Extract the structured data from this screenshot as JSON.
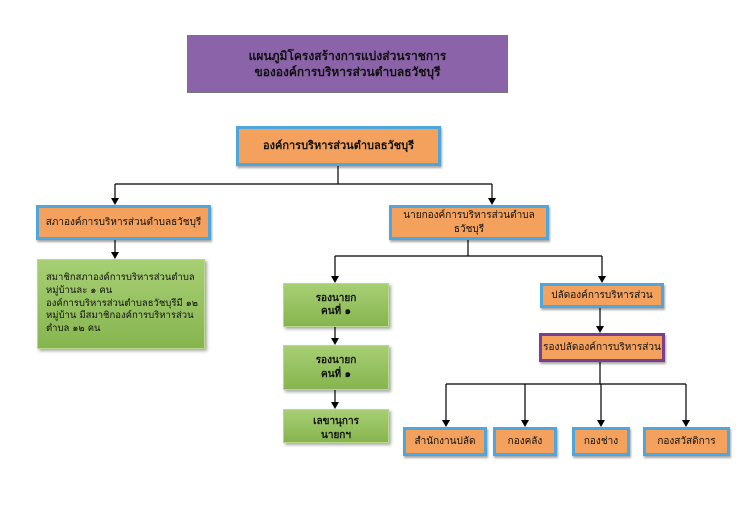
{
  "title": {
    "line1": "แผนภูมิโครงสร้างการแบ่งส่วนราชการ",
    "line2": "ขององค์การบริหารส่วนตำบลธวัชบุรี"
  },
  "top": {
    "label": "องค์การบริหารส่วนตำบลธวัชบุรี"
  },
  "council": {
    "label": "สภาองค์การบริหารส่วนตำบลธวัชบุรี",
    "desc": [
      "สมาชิกสภาองค์การบริหารส่วนตำบล",
      "หมู่บ้านละ ๑ คน",
      "องค์การบริหารส่วนตำบลธวัชบุรีมี ๑๒",
      "หมู่บ้าน มีสมาชิกองค์การบริหารส่วน",
      "ตำบล ๑๒ คน"
    ]
  },
  "mayor": {
    "label": "นายกองค์การบริหารส่วนตำบลธวัชบุรี"
  },
  "deputy1": {
    "line1": "รองนายก",
    "line2": "คนที่ ๑"
  },
  "deputy2": {
    "line1": "รองนายก",
    "line2": "คนที่ ๑"
  },
  "secretary": {
    "line1": "เลขานุการ",
    "line2": "นายกฯ"
  },
  "clerk": {
    "label": "ปลัดองค์การบริหารส่วน"
  },
  "deputy_clerk": {
    "label": "รองปลัดองค์การบริหารส่วน"
  },
  "divisions": [
    {
      "label": "สำนักงานปลัด"
    },
    {
      "label": "กองคลัง"
    },
    {
      "label": "กองช่าง"
    },
    {
      "label": "กองสวัสดิการ"
    }
  ]
}
